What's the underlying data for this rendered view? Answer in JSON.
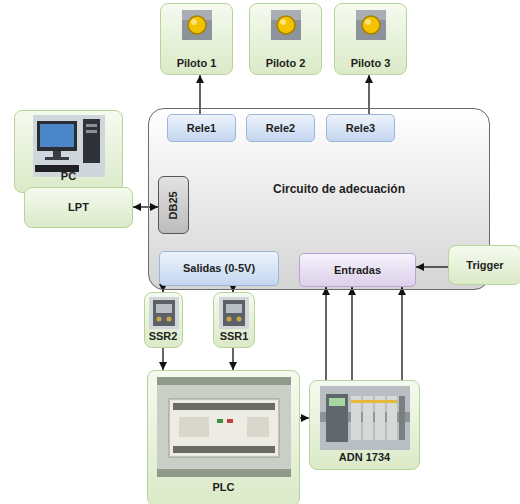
{
  "diagram": {
    "nodes": [
      {
        "text": [
          "Piloto 1"
        ]
      },
      {
        "text": [
          "Piloto 2"
        ]
      },
      {
        "text": [
          "Piloto 3"
        ]
      },
      {
        "text": [
          "PC"
        ]
      },
      {
        "text": [
          "Circuito de adecuación"
        ]
      },
      {
        "text": [
          "Rele1"
        ],
        "in": 4
      },
      {
        "text": [
          "Rele2"
        ],
        "in": 4
      },
      {
        "text": [
          "Rele3"
        ],
        "in": 4
      },
      {
        "text": [
          "DB25"
        ],
        "in": 4
      },
      {
        "text": [
          "Salidas (0-5V)"
        ],
        "in": 4
      },
      {
        "text": [
          "Entradas"
        ],
        "in": 4
      },
      {
        "text": [
          "LPT"
        ]
      },
      {
        "text": [
          "Trigger"
        ]
      },
      {
        "text": [
          "SSR2"
        ]
      },
      {
        "text": [
          "SSR1"
        ]
      },
      {
        "text": [
          "PLC"
        ]
      },
      {
        "text": [
          "ADN 1734"
        ]
      }
    ],
    "edges": [
      {
        "from": 5,
        "to": 0,
        "arrow": "to"
      },
      {
        "from": 7,
        "to": 2,
        "arrow": "to"
      },
      {
        "from": 11,
        "to": 8,
        "arrow": "both"
      },
      {
        "from": 9,
        "to": 13,
        "arrow": "to"
      },
      {
        "from": 9,
        "to": 14,
        "arrow": "to"
      },
      {
        "from": 13,
        "to": 15,
        "arrow": "to"
      },
      {
        "from": 14,
        "to": 15,
        "arrow": "to"
      },
      {
        "from": 15,
        "to": 16,
        "arrow": "to"
      },
      {
        "from": 16,
        "to": 10,
        "arrow": "to"
      },
      {
        "from": 16,
        "to": 10,
        "arrow": "to"
      },
      {
        "from": 16,
        "to": 10,
        "arrow": "to"
      },
      {
        "from": 12,
        "to": 10,
        "arrow": "to"
      }
    ]
  }
}
